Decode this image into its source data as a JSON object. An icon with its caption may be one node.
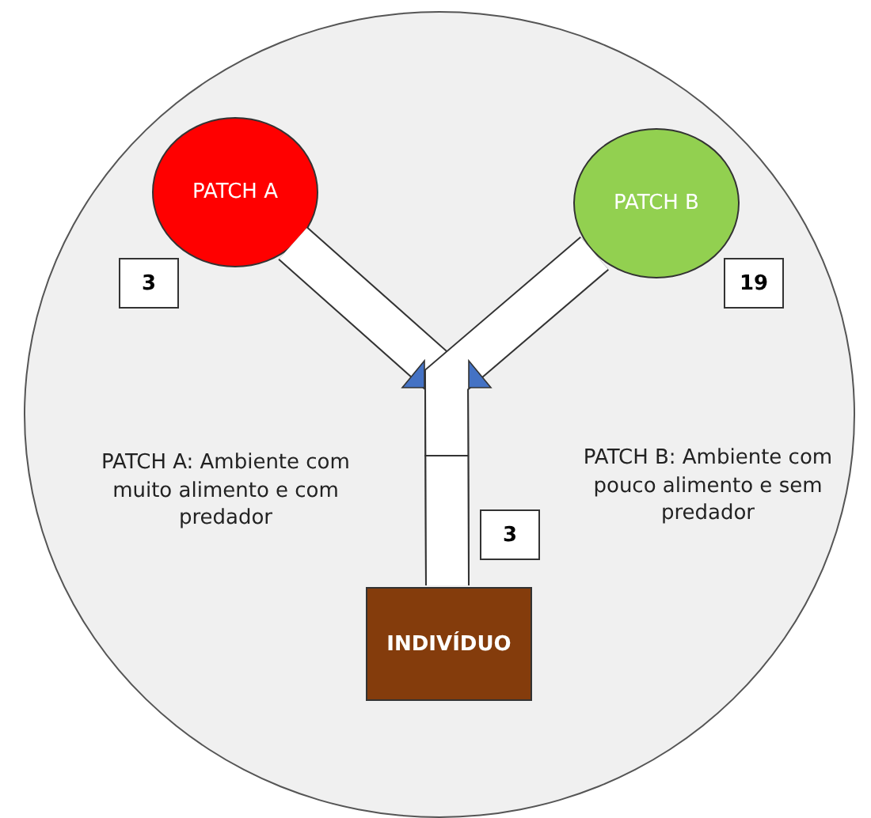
{
  "diagram": {
    "nodes": [
      {
        "text": [],
        "shape": "circle"
      },
      {
        "text": [
          "PATCH A"
        ],
        "in": 0
      },
      {
        "text": [
          "PATCH B"
        ],
        "in": 0
      },
      {
        "text": [
          "3"
        ],
        "in": 0
      },
      {
        "text": [
          "19"
        ],
        "in": 0
      },
      {
        "text": [
          "3"
        ],
        "in": 0
      },
      {
        "text": [
          "INDIVÍDUO"
        ],
        "in": 0
      }
    ],
    "edges": [
      {
        "from": 6,
        "to": 1,
        "arrow": "none"
      },
      {
        "from": 6,
        "to": 2,
        "arrow": "none"
      }
    ],
    "labels": [
      "PATCH A: Ambiente com muito alimento e com predador",
      "PATCH B: Ambiente com pouco alimento e sem predador"
    ]
  }
}
